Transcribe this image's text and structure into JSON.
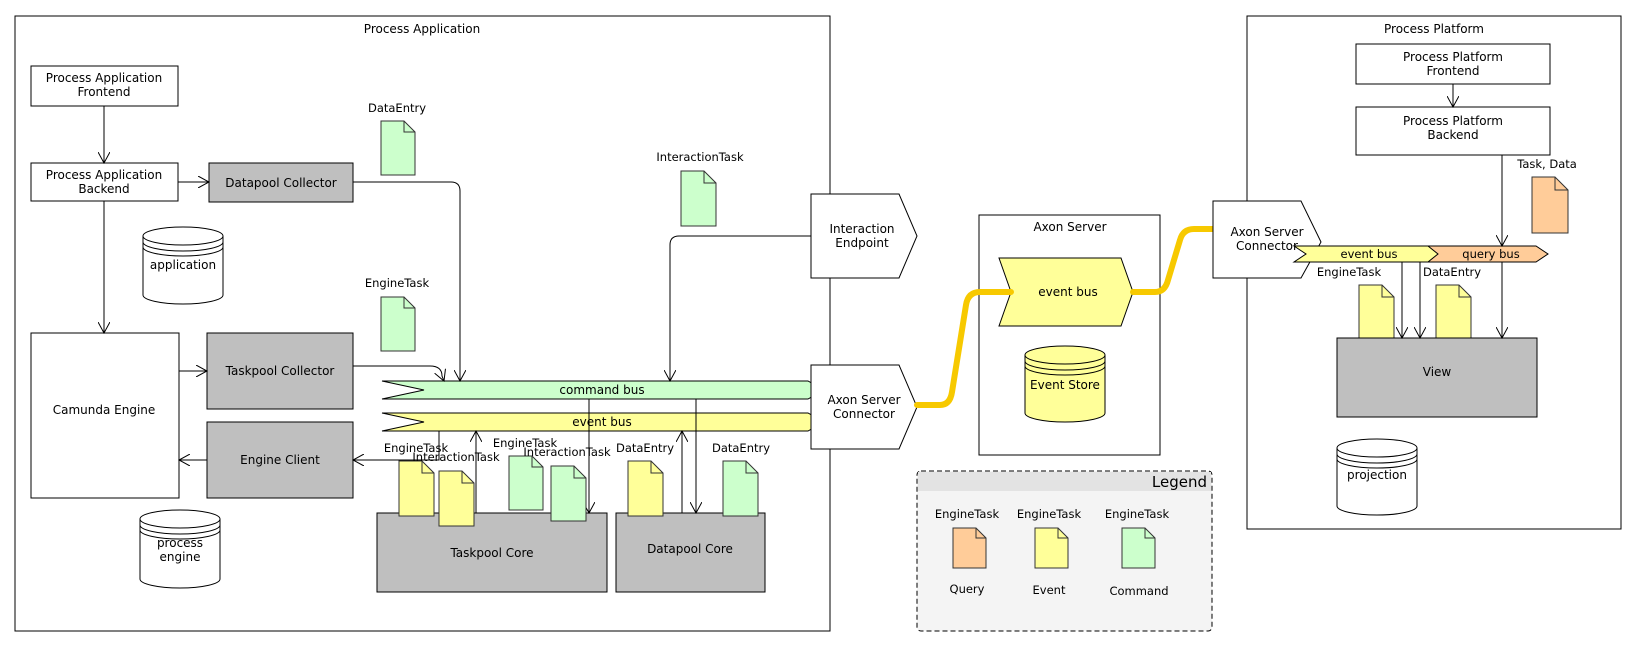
{
  "process_application": {
    "title": "Process Application",
    "frontend": [
      "Process Application",
      "Frontend"
    ],
    "backend": [
      "Process Application",
      "Backend"
    ],
    "datapool_collector": "Datapool Collector",
    "application_db": "application",
    "camunda_engine": "Camunda Engine",
    "taskpool_collector": "Taskpool Collector",
    "engine_client": "Engine Client",
    "process_engine_db": [
      "process",
      "engine"
    ],
    "taskpool_core": "Taskpool Core",
    "datapool_core": "Datapool Core",
    "command_bus": "command bus",
    "event_bus": "event bus",
    "doc_dataentry_top": "DataEntry",
    "doc_enginetask_mid": "EngineTask",
    "doc_interactiontask_top": "InteractionTask",
    "doc_enginetask_a": "EngineTask",
    "doc_interactiontask_a": "InteractionTask",
    "doc_enginetask_b": "EngineTask",
    "doc_interactiontask_b": "InteractionTask",
    "doc_dataentry_a": "DataEntry",
    "doc_dataentry_b": "DataEntry"
  },
  "interaction_endpoint": [
    "Interaction",
    "Endpoint"
  ],
  "axon_connector_left": [
    "Axon Server",
    "Connector"
  ],
  "axon_server": {
    "title": "Axon Server",
    "event_bus": "event bus",
    "event_store": "Event Store"
  },
  "axon_connector_right": [
    "Axon Server",
    "Connector"
  ],
  "process_platform": {
    "title": "Process Platform",
    "frontend": [
      "Process Platform",
      "Frontend"
    ],
    "backend": [
      "Process Platform",
      "Backend"
    ],
    "doc_task_data": "Task, Data",
    "event_bus": "event bus",
    "query_bus": "query bus",
    "doc_enginetask": "EngineTask",
    "doc_dataentry": "DataEntry",
    "view": "View",
    "projection_db": "projection"
  },
  "legend": {
    "title": "Legend",
    "items": [
      {
        "label": "EngineTask",
        "kind": "Query",
        "color": "#ffcc99"
      },
      {
        "label": "EngineTask",
        "kind": "Event",
        "color": "#ffff99"
      },
      {
        "label": "EngineTask",
        "kind": "Command",
        "color": "#ccffcc"
      }
    ]
  },
  "colors": {
    "event": "#ffff99",
    "command": "#ccffcc",
    "query": "#ffcc99",
    "component_gray": "#bfbfbf",
    "pipe": "#f7c900"
  }
}
